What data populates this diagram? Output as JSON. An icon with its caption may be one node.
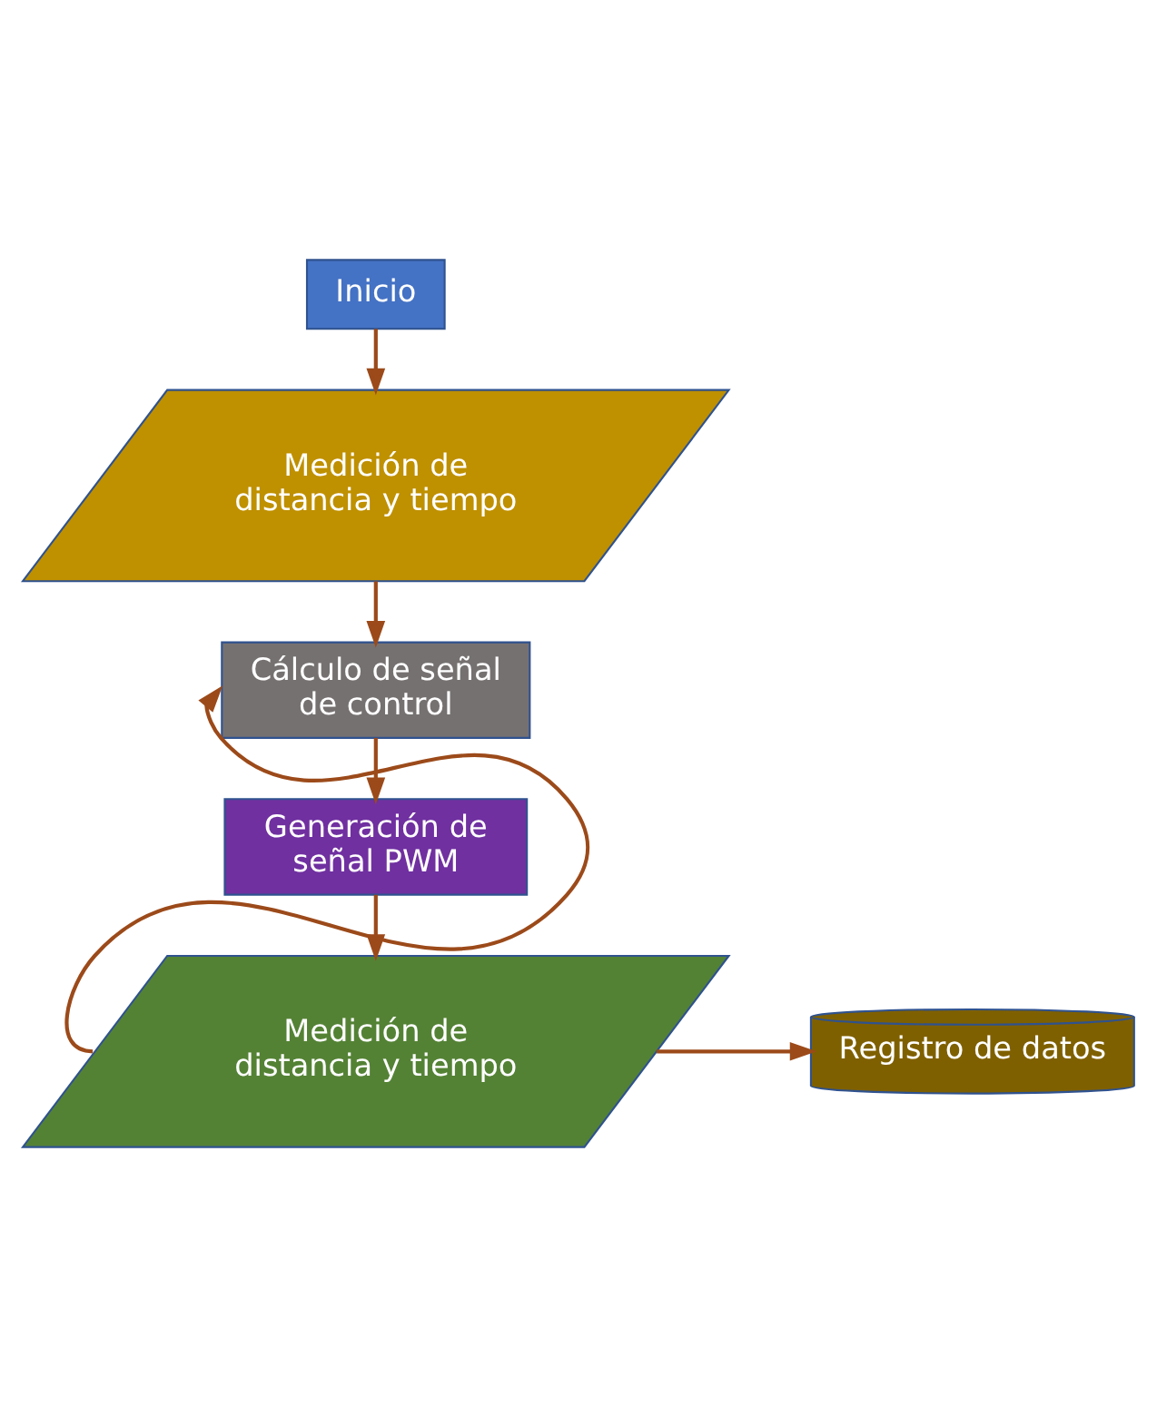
{
  "diagram": {
    "nodes": [
      {
        "text": [
          "Inicio"
        ]
      },
      {
        "text": [
          "Medición de distancia y tiempo"
        ]
      },
      {
        "text": [
          "Cálculo de señal de control"
        ]
      },
      {
        "text": [
          "Generación de señal PWM"
        ]
      },
      {
        "text": [
          "Medición de distancia y tiempo"
        ]
      },
      {
        "text": [
          "Registro de datos"
        ]
      }
    ],
    "edges": [
      {
        "from": 0,
        "to": 1,
        "arrow": "to"
      },
      {
        "from": 1,
        "to": 2,
        "arrow": "to"
      },
      {
        "from": 2,
        "to": 3,
        "arrow": "to"
      },
      {
        "from": 3,
        "to": 4,
        "arrow": "to"
      },
      {
        "from": 4,
        "to": 2,
        "arrow": "to"
      },
      {
        "from": 4,
        "to": 5,
        "arrow": "to"
      }
    ]
  }
}
